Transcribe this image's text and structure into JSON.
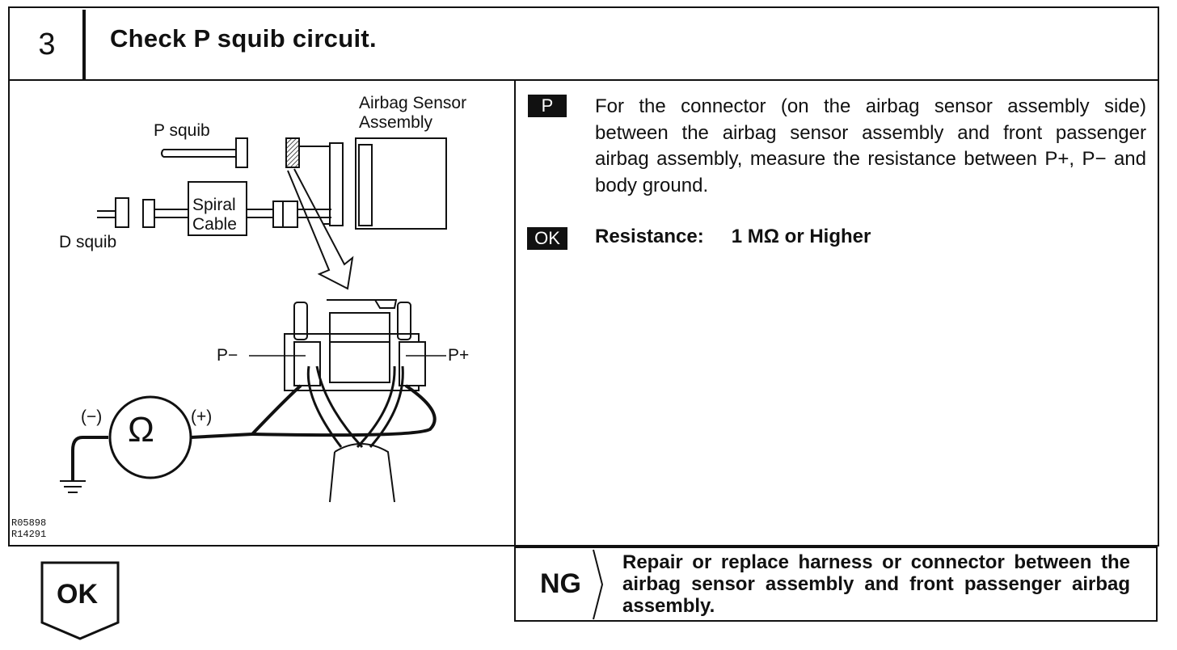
{
  "step": {
    "number": "3",
    "title": "Check P squib circuit."
  },
  "figure": {
    "labels": {
      "airbag_sensor": "Airbag Sensor\nAssembly",
      "p_squib": "P squib",
      "d_squib": "D squib",
      "spiral_cable": "Spiral\nCable",
      "p_minus": "P−",
      "p_plus": "P+",
      "neg": "(−)",
      "pos": "(+)",
      "ohm": "Ω"
    },
    "codes": [
      "R05898",
      "R14291"
    ]
  },
  "instruction": {
    "tag": "P",
    "text": "For the connector (on the airbag sensor assembly side) between the airbag sensor assembly and front passenger airbag assembly, measure the resistance between P+, P− and body ground."
  },
  "ok": {
    "tag": "OK",
    "label": "Resistance:",
    "value": "1 MΩ or Higher"
  },
  "ng": {
    "label": "NG",
    "text": "Repair or replace harness or connector between the airbag sensor assembly and front passenger airbag assembly."
  },
  "ok_arrow": {
    "label": "OK"
  }
}
